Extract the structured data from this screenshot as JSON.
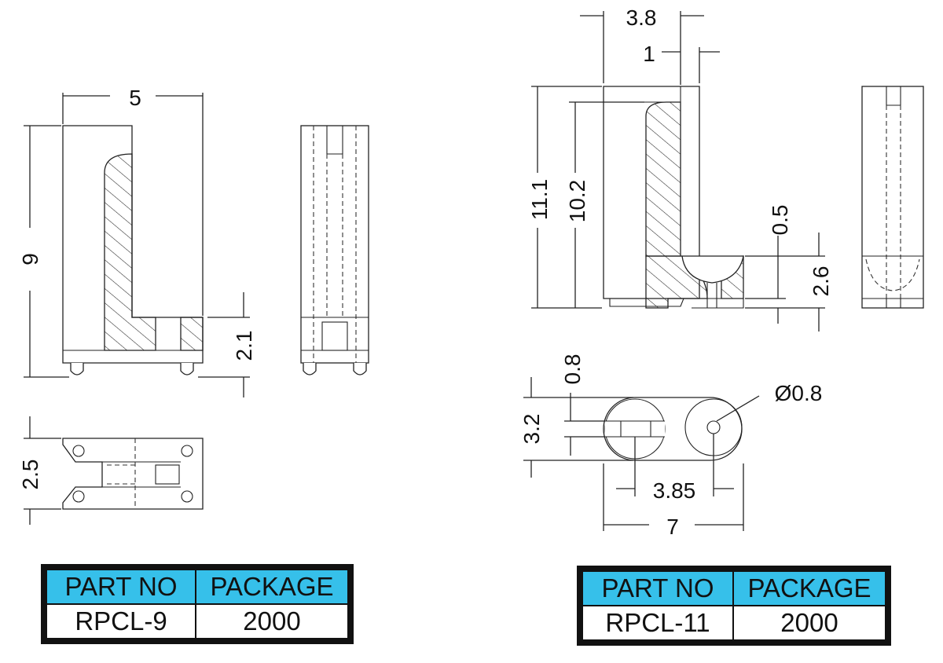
{
  "rpcl9": {
    "dims": {
      "width": "5",
      "height": "9",
      "foot": "2.1",
      "base_width": "2.5"
    },
    "table": {
      "header_part": "PART NO",
      "header_package": "PACKAGE",
      "part": "RPCL-9",
      "package": "2000"
    }
  },
  "rpcl11": {
    "dims": {
      "top": "3.8",
      "wall": "1",
      "height_total": "11.1",
      "height_inner": "10.2",
      "gap": "0.5",
      "foot": "2.6",
      "slot": "0.8",
      "depth": "3.2",
      "hole": "Ø0.8",
      "pitch": "3.85",
      "length": "7"
    },
    "table": {
      "header_part": "PART NO",
      "header_package": "PACKAGE",
      "part": "RPCL-11",
      "package": "2000"
    }
  },
  "colors": {
    "table_header": "#36c0ea",
    "line": "#222222"
  }
}
